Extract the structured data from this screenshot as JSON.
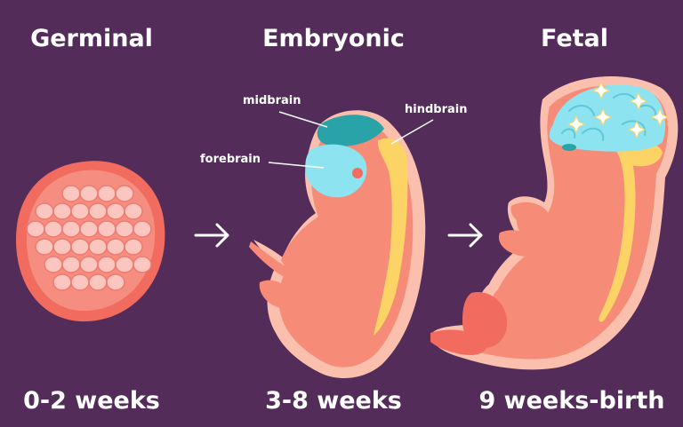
{
  "stages": [
    {
      "name": "Germinal",
      "weeks": "0-2 weeks"
    },
    {
      "name": "Embryonic",
      "weeks": "3-8 weeks"
    },
    {
      "name": "Fetal",
      "weeks": "9 weeks-birth"
    }
  ],
  "brain_labels": {
    "midbrain": "midbrain",
    "forebrain": "forebrain",
    "hindbrain": "hindbrain"
  },
  "colors": {
    "background": "#532c5a",
    "skin": "#f68b78",
    "skin_outline": "#fbbfae",
    "forebrain": "#8ee3f0",
    "midbrain": "#2aa3a8",
    "hindbrain": "#fcd466",
    "cell": "#fbc6c0"
  }
}
